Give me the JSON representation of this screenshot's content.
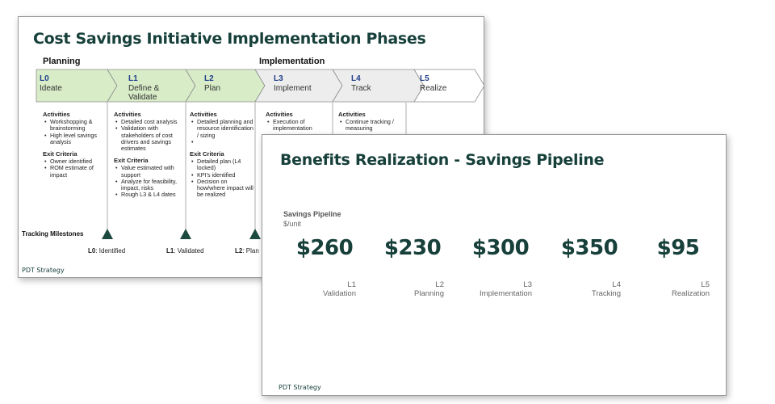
{
  "slide1": {
    "title": "Cost Savings Initiative Implementation Phases",
    "phase_labels": {
      "planning": "Planning",
      "implementation": "Implementation"
    },
    "chevrons": [
      {
        "code": "L0",
        "name": "Ideate",
        "fill": "#d7ecc7"
      },
      {
        "code": "L1",
        "name": "Define & Validate",
        "fill": "#d7ecc7"
      },
      {
        "code": "L2",
        "name": "Plan",
        "fill": "#d7ecc7"
      },
      {
        "code": "L3",
        "name": "Implement",
        "fill": "#ededed"
      },
      {
        "code": "L4",
        "name": "Track",
        "fill": "#ededed"
      },
      {
        "code": "L5",
        "name": "Realize",
        "fill": "#ffffff"
      }
    ],
    "columns": [
      {
        "activities_heading": "Activities",
        "activities": [
          "Workshopping & brainstorming",
          "High level savings analysis"
        ],
        "exit_heading": "Exit Criteria",
        "exit": [
          "Owner identified",
          "ROM estimate of impact"
        ]
      },
      {
        "activities_heading": "Activities",
        "activities": [
          "Detailed cost analysis",
          "Validation with stakeholders of cost drivers and savings estimates"
        ],
        "exit_heading": "Exit Criteria",
        "exit": [
          "Value estimated with support",
          "Analyze for feasibility, impact, risks",
          "Rough L3 & L4 dates"
        ]
      },
      {
        "activities_heading": "Activities",
        "activities": [
          "Detailed planning and resource identification / sizing",
          ""
        ],
        "exit_heading": "Exit Criteria",
        "exit": [
          "Detailed plan (L4 locked)",
          "KPI's identified",
          "Decision on how/where impact will be realized"
        ]
      },
      {
        "activities_heading": "Activities",
        "activities": [
          "Execution of implementation"
        ]
      },
      {
        "activities_heading": "Activities",
        "activities": [
          "Continue tracking / measuring"
        ]
      }
    ],
    "tracking_label": "Tracking Milestones",
    "milestones": [
      {
        "code": "L0",
        "text": ": Identified"
      },
      {
        "code": "L1",
        "text": ": Validated"
      },
      {
        "code": "L2",
        "text": ": Plan"
      }
    ],
    "footer": "PDT Strategy",
    "colors": {
      "title": "#17403b",
      "marker": "#1d4a3f",
      "planning_fill": "#d7ecc7",
      "implementation_fill": "#ededed"
    }
  },
  "slide2": {
    "title": "Benefits Realization - Savings Pipeline",
    "pipeline_title": "Savings Pipeline",
    "pipeline_unit": "$/unit",
    "items": [
      {
        "value": "$260",
        "code": "L1",
        "stage": "Validation"
      },
      {
        "value": "$230",
        "code": "L2",
        "stage": "Planning"
      },
      {
        "value": "$300",
        "code": "L3",
        "stage": "Implementation"
      },
      {
        "value": "$350",
        "code": "L4",
        "stage": "Tracking"
      },
      {
        "value": "$95",
        "code": "L5",
        "stage": "Realization"
      }
    ],
    "footer": "PDT Strategy"
  }
}
